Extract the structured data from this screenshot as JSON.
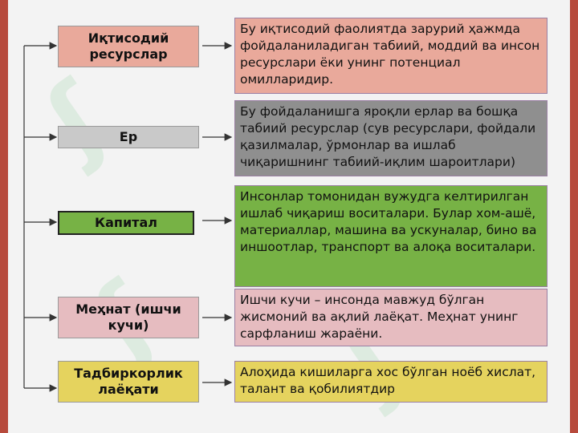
{
  "rows": [
    {
      "term": "Иқтисодий ресурслар",
      "desc": "Бу иқтисодий фаолиятда зарурий ҳажмда фойдаланиладиган табиий, моддий ва инсон ресурслари ёки унинг потенциал омилларидир.",
      "term_color": "#e9a99b",
      "desc_color": "#e9a99b"
    },
    {
      "term": "Ер",
      "desc": "Бу фойдаланишга яроқли ерлар ва бошқа табиий ресурслар (сув ресурслари, фойдали қазилмалар, ўрмонлар ва ишлаб чиқаришнинг табиий-иқлим шароитлари)",
      "term_color": "#c9c9c9",
      "desc_color": "#8f8f8f"
    },
    {
      "term": "Капитал",
      "desc": "Инсонлар томонидан вужудга келтирилган ишлаб чиқариш воситалари. Булар хом-ашё, материаллар, машина ва ускуналар, бино ва иншоотлар, транспорт ва алоқа воситалари.",
      "term_color": "#77b245",
      "desc_color": "#77b245"
    },
    {
      "term": "Меҳнат (ишчи кучи)",
      "desc": "Ишчи кучи – инсонда мавжуд бўлган жисмоний ва ақлий лаёқат. Меҳнат унинг сарфланиш жараёни.",
      "term_color": "#e6bcc0",
      "desc_color": "#e6bcc0"
    },
    {
      "term": "Тадбиркорлик лаёқати",
      "desc": "Алоҳида кишиларга хос бўлган ноёб хислат, талант ва қобилиятдир",
      "term_color": "#e5d35e",
      "desc_color": "#e5d35e"
    }
  ]
}
